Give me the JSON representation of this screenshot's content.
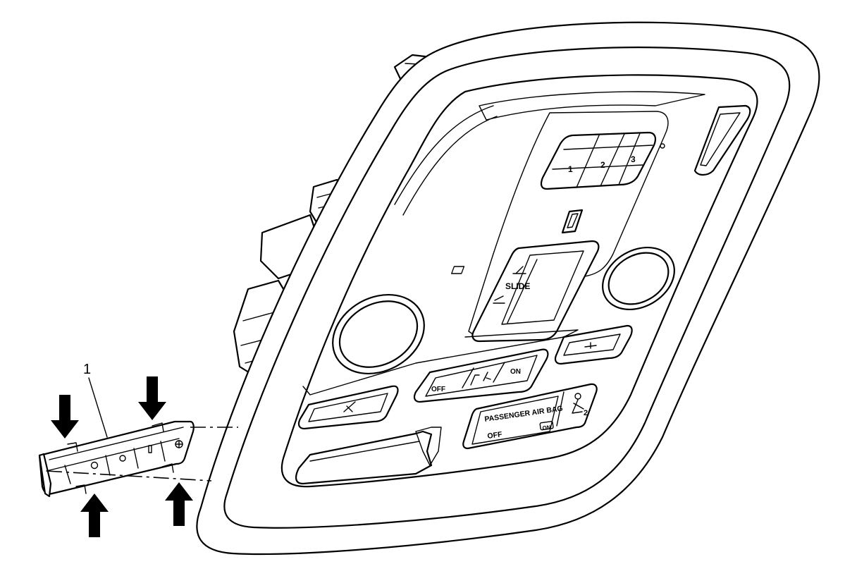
{
  "callout": {
    "number": "1"
  },
  "overhead_console": {
    "slide_label": "SLIDE",
    "memory_buttons": [
      "1",
      "2",
      "3"
    ],
    "mode_switch": {
      "left": "OFF",
      "right": "ON"
    },
    "airbag_panel": {
      "title": "PASSENGER AIR BAG",
      "off_label": "OFF",
      "on_label": "ON",
      "seat_icon_suffix": "2"
    }
  },
  "arrows": {
    "count": 4,
    "direction_top": "down",
    "direction_bottom": "up"
  },
  "icons": [
    "seatbelt-icon",
    "sunroof-icon",
    "dome-light-icon",
    "map-light-icon"
  ]
}
